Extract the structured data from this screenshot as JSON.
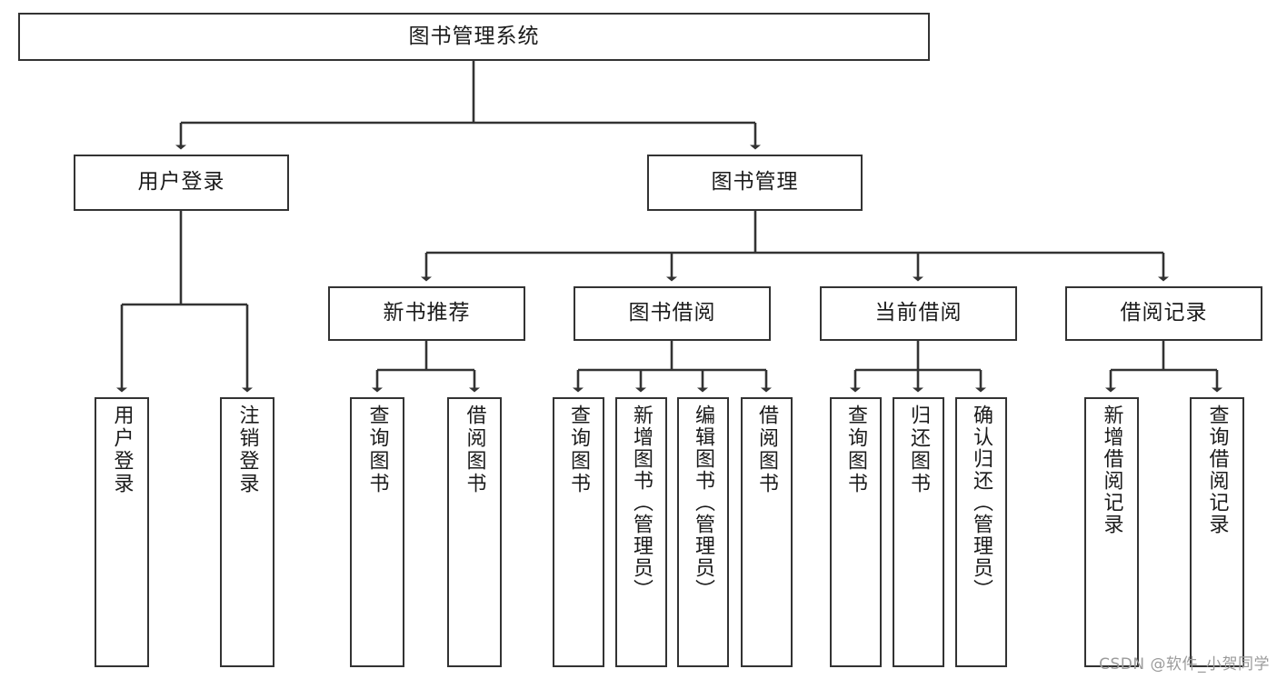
{
  "diagram": {
    "type": "tree-hierarchy",
    "title": "图书管理系统",
    "watermark": "CSDN @软件_小贺同学",
    "colors": {
      "box_border": "#333333",
      "box_fill": "#ffffff",
      "connector": "#333333",
      "text": "#1b1b1b",
      "watermark": "#9b9b9b"
    },
    "nodes": {
      "root": {
        "label": "图书管理系统"
      },
      "level2": [
        {
          "id": "user-login",
          "label": "用户登录"
        },
        {
          "id": "book-management",
          "label": "图书管理"
        }
      ],
      "level3": [
        {
          "id": "new-book-recommend",
          "label": "新书推荐"
        },
        {
          "id": "book-borrow",
          "label": "图书借阅"
        },
        {
          "id": "current-borrow",
          "label": "当前借阅"
        },
        {
          "id": "borrow-record",
          "label": "借阅记录"
        }
      ],
      "leaves": {
        "user_login": [
          {
            "id": "leaf-user-login",
            "label": "用户登录"
          },
          {
            "id": "leaf-logout",
            "label": "注销登录"
          }
        ],
        "new_book_recommend": [
          {
            "id": "leaf-query-book-1",
            "label": "查询图书"
          },
          {
            "id": "leaf-borrow-book-1",
            "label": "借阅图书"
          }
        ],
        "book_borrow": [
          {
            "id": "leaf-query-book-2",
            "label": "查询图书"
          },
          {
            "id": "leaf-add-book",
            "label": "新增图书（管理员）"
          },
          {
            "id": "leaf-edit-book",
            "label": "编辑图书（管理员）"
          },
          {
            "id": "leaf-borrow-book-2",
            "label": "借阅图书"
          }
        ],
        "current_borrow": [
          {
            "id": "leaf-query-book-3",
            "label": "查询图书"
          },
          {
            "id": "leaf-return-book",
            "label": "归还图书"
          },
          {
            "id": "leaf-confirm-return",
            "label": "确认归还（管理员）"
          }
        ],
        "borrow_record": [
          {
            "id": "leaf-add-record",
            "label": "新增借阅记录"
          },
          {
            "id": "leaf-query-record",
            "label": "查询借阅记录"
          }
        ]
      }
    }
  }
}
